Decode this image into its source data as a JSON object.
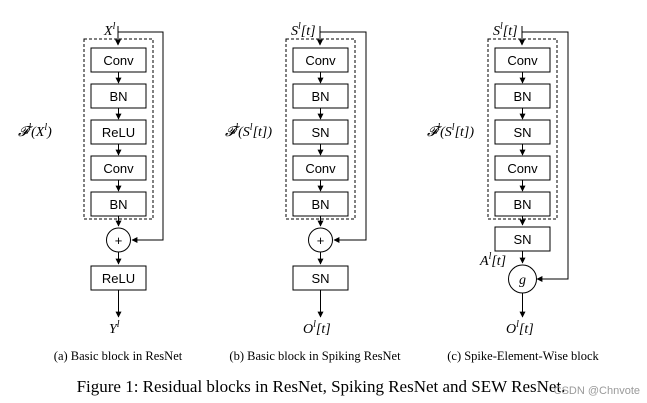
{
  "panels": {
    "a": {
      "input": "X",
      "input_sup": "l",
      "func": "𝓕",
      "func_sup": "l",
      "func_arg": "(X",
      "func_arg_sup": "l",
      "func_close": ")",
      "layers": [
        "Conv",
        "BN",
        "ReLU",
        "Conv",
        "BN"
      ],
      "combine": "+",
      "post": "ReLU",
      "output": "Y",
      "output_sup": "l",
      "caption": "(a) Basic block in ResNet"
    },
    "b": {
      "input": "S",
      "input_sup": "l",
      "input_suffix": "[t]",
      "func": "𝓕",
      "func_sup": "l",
      "func_arg": "(S",
      "func_arg_sup": "l",
      "func_close": "[t])",
      "layers": [
        "Conv",
        "BN",
        "SN",
        "Conv",
        "BN"
      ],
      "combine": "+",
      "post": "SN",
      "output": "O",
      "output_sup": "l",
      "output_suffix": "[t]",
      "caption": "(b) Basic block in Spiking ResNet"
    },
    "c": {
      "input": "S",
      "input_sup": "l",
      "input_suffix": "[t]",
      "func": "𝓕",
      "func_sup": "l",
      "func_arg": "(S",
      "func_arg_sup": "l",
      "func_close": "[t])",
      "layers": [
        "Conv",
        "BN",
        "SN",
        "Conv",
        "BN"
      ],
      "post": "SN",
      "a_label": "A",
      "a_sup": "l",
      "a_suffix": "[t]",
      "combine": "g",
      "output": "O",
      "output_sup": "l",
      "output_suffix": "[t]",
      "caption": "(c) Spike-Element-Wise block"
    }
  },
  "figure_caption": "Figure 1: Residual blocks in ResNet, Spiking ResNet and SEW ResNet.",
  "watermark": "CSDN @Chnvote"
}
